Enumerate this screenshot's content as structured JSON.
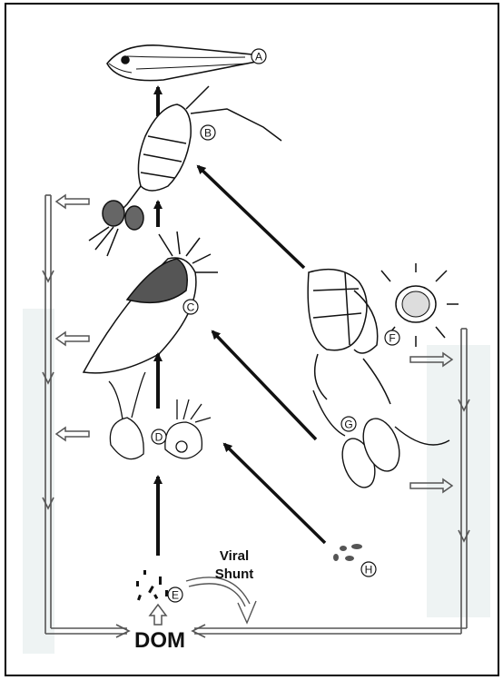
{
  "labels": {
    "A": "A",
    "B": "B",
    "C": "C",
    "D": "D",
    "E": "E",
    "F": "F",
    "G": "G",
    "H": "H"
  },
  "viral_shunt": {
    "line1": "Viral",
    "line2": "Shunt"
  },
  "dom": "DOM",
  "colors": {
    "ink": "#111111",
    "hollow_arrow": "#555555",
    "tint": "#eef3f3",
    "border": "#000000"
  }
}
